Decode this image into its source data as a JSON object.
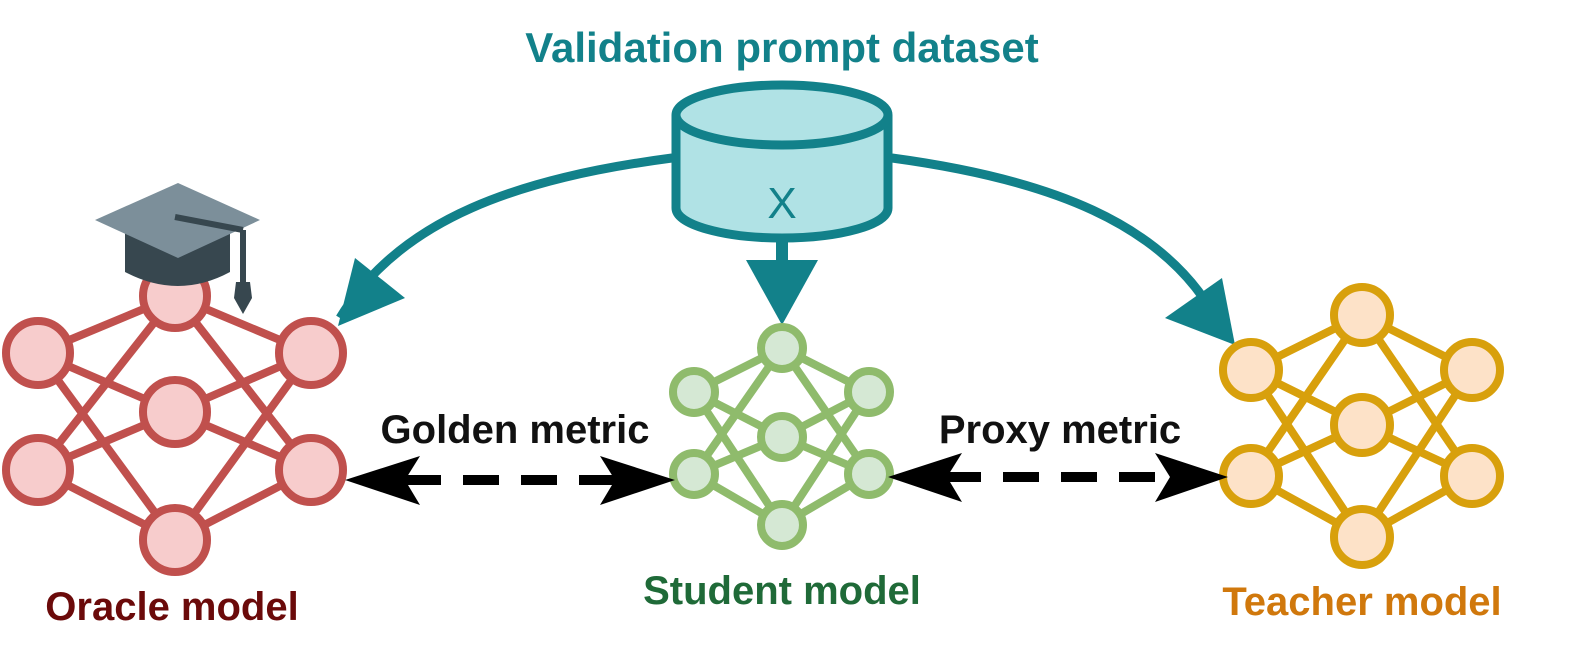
{
  "dataset": {
    "title": "Validation prompt dataset",
    "variable": "X",
    "color": "#12818a",
    "fill": "#b0e2e5",
    "icon": "database-cylinder-icon"
  },
  "models": {
    "oracle": {
      "label": "Oracle model",
      "label_color": "#6b0a0a",
      "stroke": "#c0504d",
      "fill": "#f7cccc",
      "icon": "graduation-cap-icon"
    },
    "student": {
      "label": "Student model",
      "label_color": "#1f6a38",
      "stroke": "#8fbb6c",
      "fill": "#d5e8d4"
    },
    "teacher": {
      "label": "Teacher model",
      "label_color": "#d0780c",
      "stroke": "#d8a00c",
      "fill": "#fde2c8"
    }
  },
  "metrics": {
    "golden": "Golden metric",
    "proxy": "Proxy metric"
  },
  "cap_colors": {
    "board": "#7c8f9a",
    "base": "#37474f",
    "tassel": "#37474f"
  }
}
